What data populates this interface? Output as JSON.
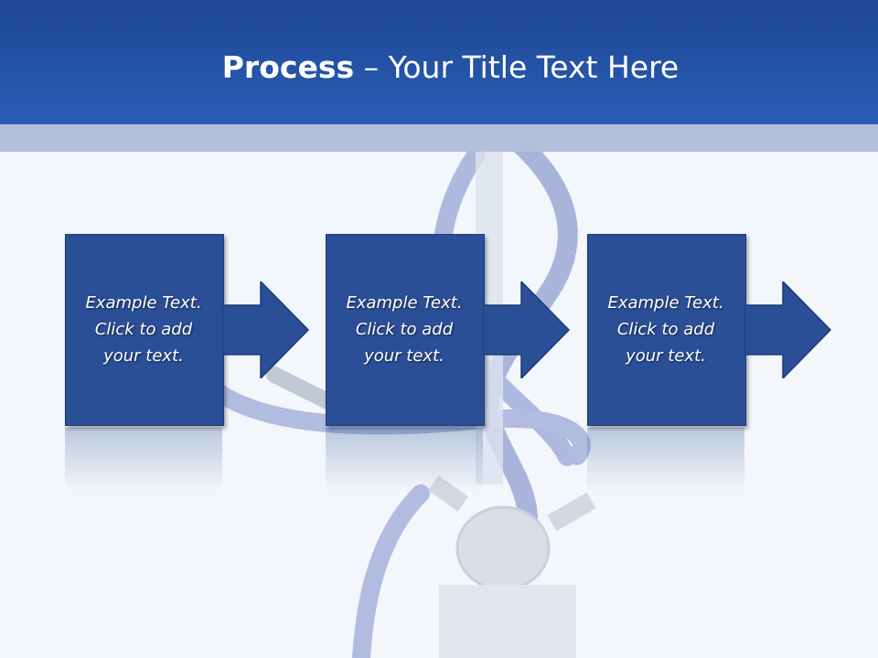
{
  "slide": {
    "title_bold": "Process",
    "title_rest": " – Your Title Text Here"
  },
  "steps": [
    {
      "text": "Example Text. Click  to add your text."
    },
    {
      "text": "Example Text. Click  to add your text."
    },
    {
      "text": "Example Text. Click  to add your text."
    }
  ],
  "colors": {
    "header": "#2453a6",
    "band": "#b3bfdb",
    "box": "#2b4f96",
    "background": "#f3f6fa"
  }
}
